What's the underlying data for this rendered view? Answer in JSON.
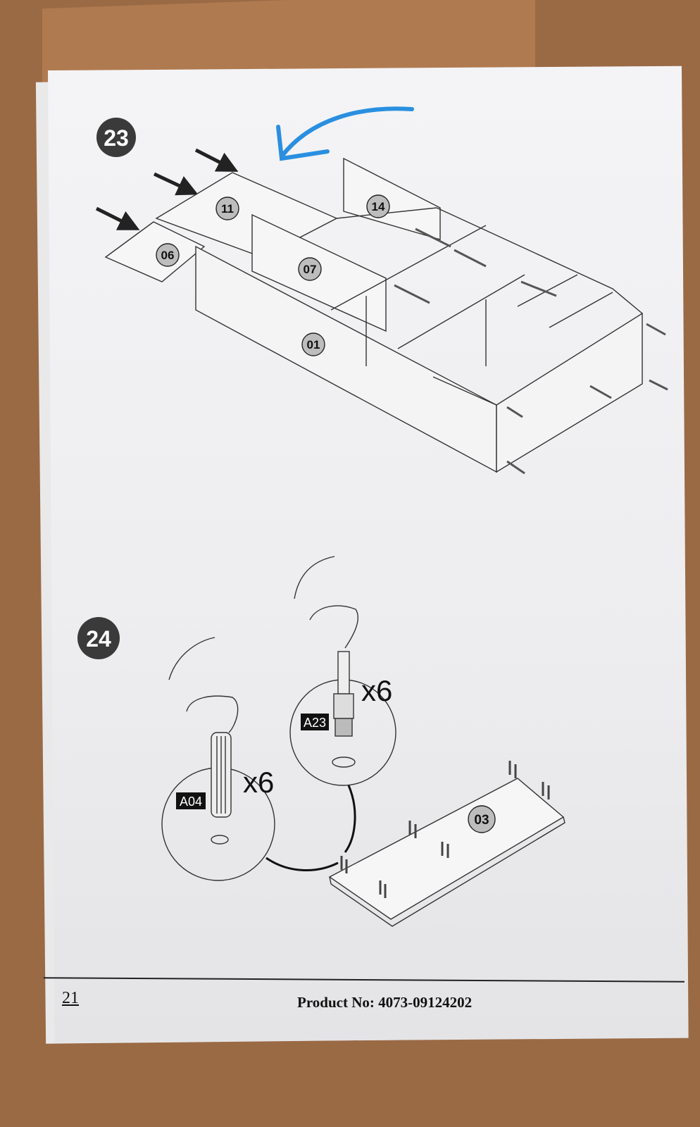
{
  "colors": {
    "annotation_arrow": "#2a8fe0",
    "step_badge": "#333333",
    "paper": "#f1f1f3",
    "background": "#9a6a45"
  },
  "steps": [
    {
      "number": "23",
      "parts": [
        "11",
        "14",
        "06",
        "07",
        "01"
      ]
    },
    {
      "number": "24",
      "parts": [
        "03"
      ],
      "callouts": [
        {
          "code": "A04",
          "quantity": "x6"
        },
        {
          "code": "A23",
          "quantity": "x6"
        }
      ]
    }
  ],
  "footer": {
    "page_number": "21",
    "product": "Product No: 4073-09124202"
  }
}
